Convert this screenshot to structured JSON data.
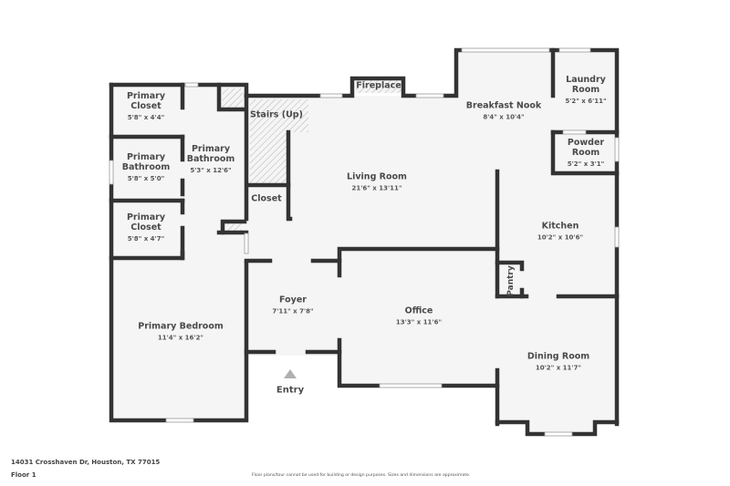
{
  "floor_plan": {
    "address": "14031 Crosshaven Dr, Houston, TX 77015",
    "floor": "Floor 1",
    "disclaimer": "Floor plans/tour cannot be used for building or design purposes. Sizes and dimensions are approximate.",
    "entry_label": "Entry",
    "colors": {
      "wall": "#333333",
      "floor": "#f5f5f5",
      "text": "#4a4a4a",
      "hatch": "#cccccc",
      "entry_arrow": "#b0b0b0"
    },
    "rooms": {
      "primary_closet_top": {
        "name": "Primary Closet",
        "line1": "Primary",
        "line2": "Closet",
        "dim": "5'8\" x 4'4\""
      },
      "primary_bath_small": {
        "name": "Primary Bathroom",
        "line1": "Primary",
        "line2": "Bathroom",
        "dim": "5'8\" x 5'0\""
      },
      "primary_closet_bottom": {
        "name": "Primary Closet",
        "line1": "Primary",
        "line2": "Closet",
        "dim": "5'8\" x 4'7\""
      },
      "primary_bathroom": {
        "name": "Primary Bathroom",
        "line1": "Primary",
        "line2": "Bathroom",
        "dim": "5'3\" x 12'6\""
      },
      "stairs": {
        "name": "Stairs (Up)"
      },
      "closet": {
        "name": "Closet"
      },
      "fireplace": {
        "name": "Fireplace"
      },
      "living_room": {
        "name": "Living Room",
        "dim": "21'6\" x 13'11\""
      },
      "breakfast_nook": {
        "name": "Breakfast Nook",
        "dim": "8'4\" x 10'4\""
      },
      "laundry_room": {
        "name": "Laundry Room",
        "line1": "Laundry",
        "line2": "Room",
        "dim": "5'2\" x 6'11\""
      },
      "powder_room": {
        "name": "Powder Room",
        "line1": "Powder",
        "line2": "Room",
        "dim": "5'2\" x 3'1\""
      },
      "kitchen": {
        "name": "Kitchen",
        "dim": "10'2\" x 10'6\""
      },
      "pantry": {
        "name": "Pantry"
      },
      "foyer": {
        "name": "Foyer",
        "dim": "7'11\" x 7'8\""
      },
      "office": {
        "name": "Office",
        "dim": "13'3\" x 11'6\""
      },
      "primary_bedroom": {
        "name": "Primary Bedroom",
        "dim": "11'4\" x 16'2\""
      },
      "dining_room": {
        "name": "Dining Room",
        "dim": "10'2\" x 11'7\""
      }
    }
  }
}
